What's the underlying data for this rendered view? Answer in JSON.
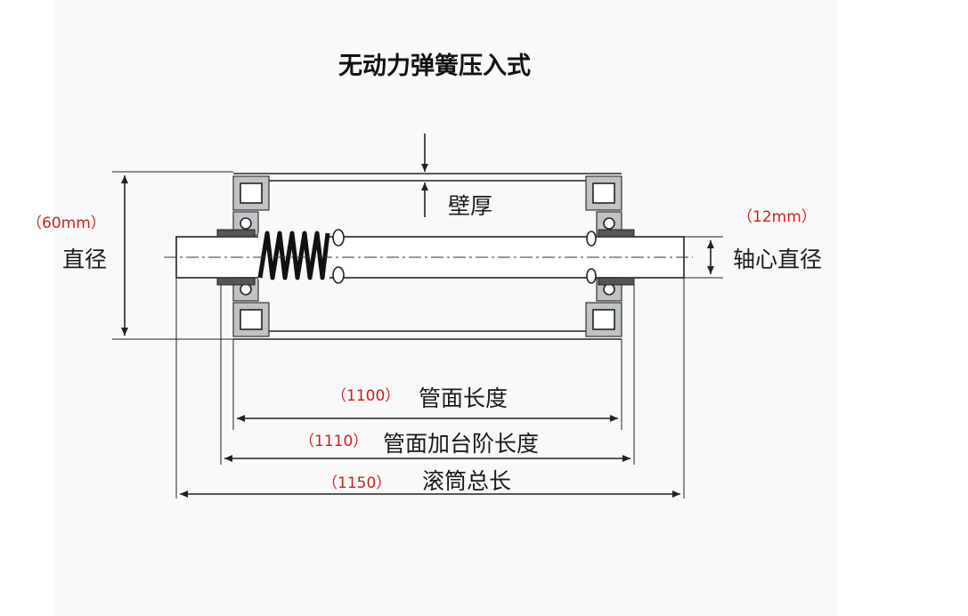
{
  "title": "无动力弹簧压入式",
  "labels": {
    "wall_thickness": "壁厚",
    "diameter": "直径",
    "shaft_diameter": "轴心直径",
    "tube_length": "管面长度",
    "tube_step_length": "管面加台阶长度",
    "total_length": "滚筒总长"
  },
  "values": {
    "diameter": "（60mm）",
    "shaft_diameter": "（12mm）",
    "tube_length": "（1100）",
    "tube_step_length": "（1110）",
    "total_length": "（1150）"
  },
  "colors": {
    "value_text": "#cc1f1f",
    "label_text": "#1a1a1a"
  }
}
